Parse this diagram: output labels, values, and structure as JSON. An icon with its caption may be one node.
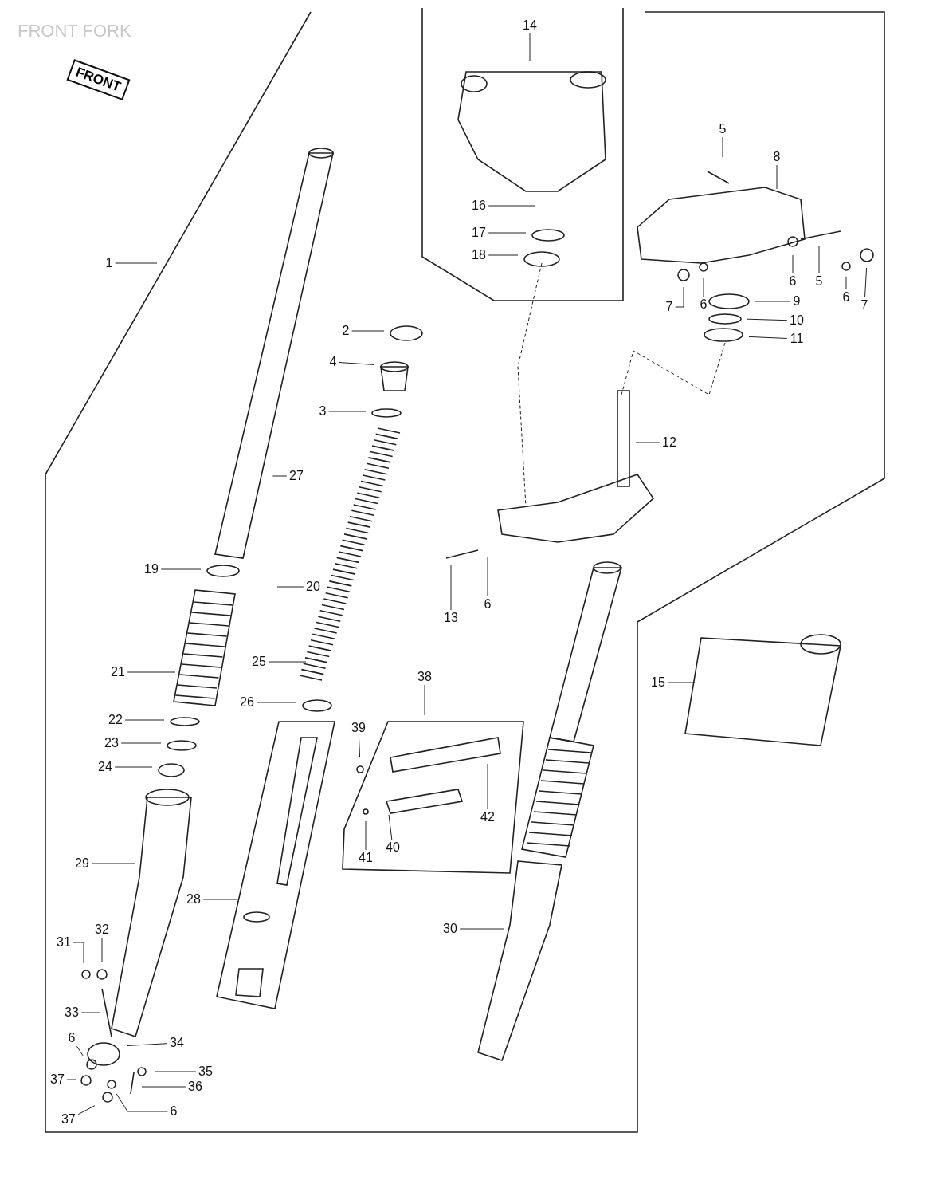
{
  "diagram": {
    "title": "FRONT FORK",
    "nodes": [
      {
        "text": [
          "14"
        ]
      },
      {
        "text": [
          "5"
        ]
      },
      {
        "text": [
          "8"
        ]
      },
      {
        "text": [
          "1"
        ]
      },
      {
        "text": [
          "16"
        ]
      },
      {
        "text": [
          "17"
        ]
      },
      {
        "text": [
          "18"
        ]
      },
      {
        "text": [
          "6"
        ]
      },
      {
        "text": [
          "5"
        ]
      },
      {
        "text": [
          "6"
        ]
      },
      {
        "text": [
          "7"
        ]
      },
      {
        "text": [
          "6"
        ]
      },
      {
        "text": [
          "9"
        ]
      },
      {
        "text": [
          "10"
        ]
      },
      {
        "text": [
          "11"
        ]
      },
      {
        "text": [
          "7"
        ]
      },
      {
        "text": [
          "2"
        ]
      },
      {
        "text": [
          "4"
        ]
      },
      {
        "text": [
          "3"
        ]
      },
      {
        "text": [
          "12"
        ]
      },
      {
        "text": [
          "27"
        ]
      },
      {
        "text": [
          "13"
        ]
      },
      {
        "text": [
          "6"
        ]
      },
      {
        "text": [
          "19"
        ]
      },
      {
        "text": [
          "20"
        ]
      },
      {
        "text": [
          "25"
        ]
      },
      {
        "text": [
          "21"
        ]
      },
      {
        "text": [
          "15"
        ]
      },
      {
        "text": [
          "38"
        ]
      },
      {
        "text": [
          "26"
        ]
      },
      {
        "text": [
          "22"
        ]
      },
      {
        "text": [
          "39"
        ]
      },
      {
        "text": [
          "23"
        ]
      },
      {
        "text": [
          "24"
        ]
      },
      {
        "text": [
          "42"
        ]
      },
      {
        "text": [
          "40"
        ]
      },
      {
        "text": [
          "41"
        ]
      },
      {
        "text": [
          "29"
        ]
      },
      {
        "text": [
          "28"
        ]
      },
      {
        "text": [
          "30"
        ]
      },
      {
        "text": [
          "31"
        ]
      },
      {
        "text": [
          "32"
        ]
      },
      {
        "text": [
          "33"
        ]
      },
      {
        "text": [
          "6"
        ]
      },
      {
        "text": [
          "34"
        ]
      },
      {
        "text": [
          "37"
        ]
      },
      {
        "text": [
          "35"
        ]
      },
      {
        "text": [
          "36"
        ]
      },
      {
        "text": [
          "37"
        ]
      },
      {
        "text": [
          "6"
        ]
      }
    ],
    "edges": [
      {
        "from": 0,
        "to": null,
        "arrow": "none"
      },
      {
        "from": 1,
        "to": null,
        "arrow": "none"
      },
      {
        "from": 2,
        "to": null,
        "arrow": "none"
      },
      {
        "from": 3,
        "to": null,
        "arrow": "none"
      },
      {
        "from": 4,
        "to": null,
        "arrow": "none"
      },
      {
        "from": 5,
        "to": null,
        "arrow": "none"
      },
      {
        "from": 6,
        "to": null,
        "arrow": "none"
      },
      {
        "from": 7,
        "to": null,
        "arrow": "none"
      },
      {
        "from": 8,
        "to": null,
        "arrow": "none"
      },
      {
        "from": 9,
        "to": null,
        "arrow": "none"
      },
      {
        "from": 10,
        "to": null,
        "arrow": "none"
      },
      {
        "from": 11,
        "to": null,
        "arrow": "none"
      },
      {
        "from": 12,
        "to": null,
        "arrow": "none"
      },
      {
        "from": 13,
        "to": null,
        "arrow": "none"
      },
      {
        "from": 14,
        "to": null,
        "arrow": "none"
      },
      {
        "from": 15,
        "to": null,
        "arrow": "none"
      },
      {
        "from": 16,
        "to": null,
        "arrow": "none"
      },
      {
        "from": 17,
        "to": null,
        "arrow": "none"
      },
      {
        "from": 18,
        "to": null,
        "arrow": "none"
      },
      {
        "from": 19,
        "to": null,
        "arrow": "none"
      },
      {
        "from": 20,
        "to": null,
        "arrow": "none"
      },
      {
        "from": 21,
        "to": null,
        "arrow": "none"
      },
      {
        "from": 22,
        "to": null,
        "arrow": "none"
      },
      {
        "from": 23,
        "to": null,
        "arrow": "none"
      },
      {
        "from": 24,
        "to": null,
        "arrow": "none"
      },
      {
        "from": 25,
        "to": null,
        "arrow": "none"
      },
      {
        "from": 26,
        "to": null,
        "arrow": "none"
      },
      {
        "from": 27,
        "to": null,
        "arrow": "none"
      },
      {
        "from": 28,
        "to": null,
        "arrow": "none"
      },
      {
        "from": 29,
        "to": null,
        "arrow": "none"
      },
      {
        "from": 30,
        "to": null,
        "arrow": "none"
      },
      {
        "from": 31,
        "to": null,
        "arrow": "none"
      },
      {
        "from": 32,
        "to": null,
        "arrow": "none"
      },
      {
        "from": 33,
        "to": null,
        "arrow": "none"
      },
      {
        "from": 34,
        "to": null,
        "arrow": "none"
      },
      {
        "from": 35,
        "to": null,
        "arrow": "none"
      },
      {
        "from": 36,
        "to": null,
        "arrow": "none"
      },
      {
        "from": 37,
        "to": null,
        "arrow": "none"
      },
      {
        "from": 38,
        "to": null,
        "arrow": "none"
      },
      {
        "from": 39,
        "to": null,
        "arrow": "none"
      },
      {
        "from": 40,
        "to": null,
        "arrow": "none"
      },
      {
        "from": 41,
        "to": null,
        "arrow": "none"
      },
      {
        "from": 42,
        "to": null,
        "arrow": "none"
      },
      {
        "from": 43,
        "to": null,
        "arrow": "none"
      },
      {
        "from": 44,
        "to": null,
        "arrow": "none"
      },
      {
        "from": 45,
        "to": null,
        "arrow": "none"
      },
      {
        "from": 46,
        "to": null,
        "arrow": "none"
      },
      {
        "from": 47,
        "to": null,
        "arrow": "none"
      },
      {
        "from": 48,
        "to": null,
        "arrow": "none"
      },
      {
        "from": 49,
        "to": null,
        "arrow": "none"
      }
    ],
    "labels": [
      "FRONT"
    ]
  }
}
